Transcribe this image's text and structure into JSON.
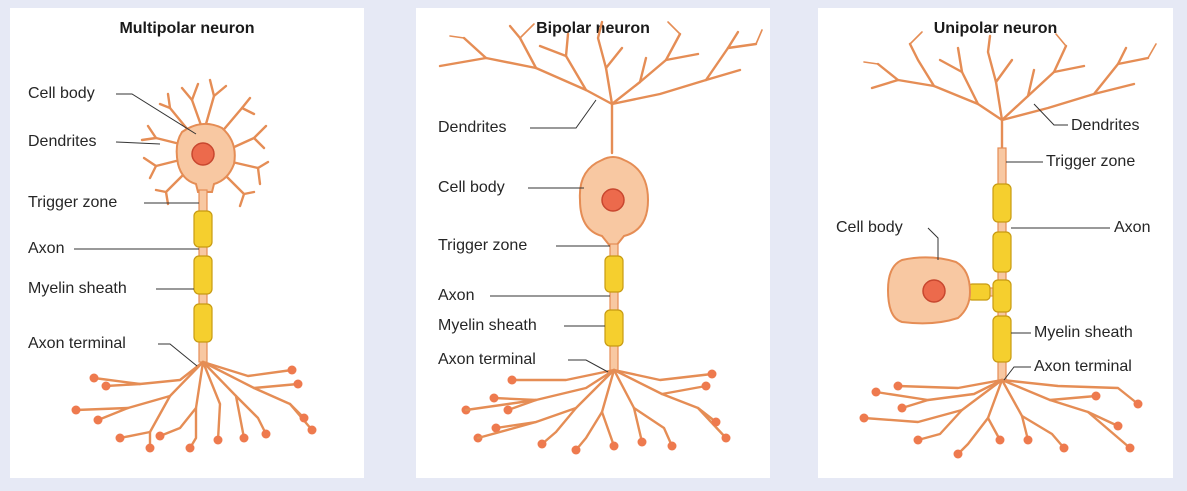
{
  "multipolar": {
    "title": "Multipolar neuron",
    "labels": {
      "cell_body": "Cell body",
      "dendrites": "Dendrites",
      "trigger_zone": "Trigger zone",
      "axon": "Axon",
      "myelin_sheath": "Myelin sheath",
      "axon_terminal": "Axon terminal"
    }
  },
  "bipolar": {
    "title": "Bipolar neuron",
    "labels": {
      "dendrites": "Dendrites",
      "cell_body": "Cell body",
      "trigger_zone": "Trigger zone",
      "axon": "Axon",
      "myelin_sheath": "Myelin sheath",
      "axon_terminal": "Axon terminal"
    }
  },
  "unipolar": {
    "title": "Unipolar neuron",
    "labels": {
      "dendrites": "Dendrites",
      "trigger_zone": "Trigger zone",
      "cell_body": "Cell body",
      "axon": "Axon",
      "myelin_sheath": "Myelin sheath",
      "axon_terminal": "Axon terminal"
    }
  },
  "colors": {
    "background": "#e6e9f5",
    "panel": "#ffffff",
    "neuron_stroke": "#e58d55",
    "cell_fill": "#f8c8a2",
    "nucleus": "#ec6a4c",
    "myelin": "#f5cf2e"
  }
}
